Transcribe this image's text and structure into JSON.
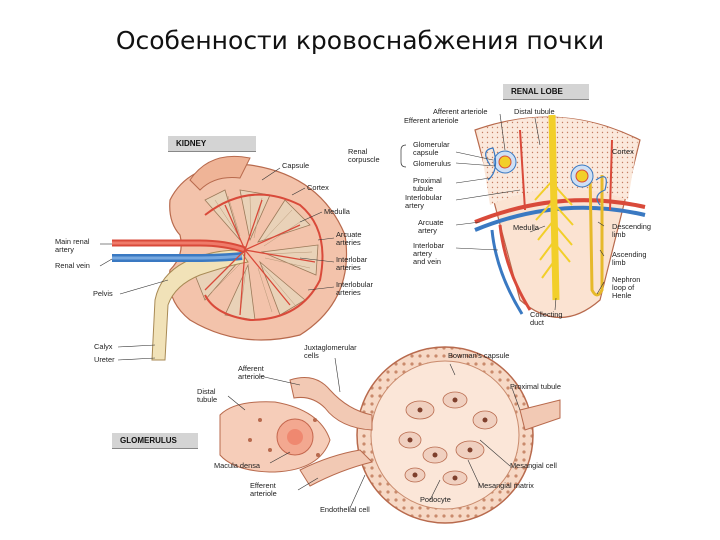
{
  "title": "Особенности кровоснабжения почки",
  "panels": {
    "kidney": "KIDNEY",
    "renal_lobe": "RENAL LOBE",
    "glomerulus": "GLOMERULUS"
  },
  "kidney_labels": {
    "capsule": "Capsule",
    "cortex": "Cortex",
    "medulla": "Medulla",
    "arcuate_arteries": "Arcuate\narteries",
    "interlobar_arteries": "Interlobar\narteries",
    "interlobular_arteries": "Interlobular\narteries",
    "main_renal_artery": "Main renal\nartery",
    "renal_vein": "Renal vein",
    "pelvis": "Pelvis",
    "calyx": "Calyx",
    "ureter": "Ureter"
  },
  "lobe_labels": {
    "afferent_arteriole": "Afferent arteriole",
    "efferent_arteriole": "Efferent arteriole",
    "distal_tubule": "Distal tubule",
    "renal_corpuscle": "Renal\ncorpuscle",
    "glomerular_capsule": "Glomerular\ncapsule",
    "glomerulus": "Glomerulus",
    "proximal_tubule": "Proximal\ntubule",
    "interlobular_artery": "Interlobular\nartery",
    "arcuate_artery": "Arcuate\nartery",
    "interlobar_artery_vein": "Interlobar\nartery\nand vein",
    "cortex": "Cortex",
    "medulla": "Medulla",
    "descending_limb": "Descending\nlimb",
    "ascending_limb": "Ascending\nlimb",
    "nephron_loop": "Nephron\nloop of\nHenle",
    "collecting_duct": "Collecting\nduct"
  },
  "glom_labels": {
    "juxtaglomerular_cells": "Juxtaglomerular\ncells",
    "afferent_arteriole": "Afferent\narteriole",
    "distal_tubule": "Distal\ntubule",
    "macula_densa": "Macula densa",
    "efferent_arteriole": "Efferent\narteriole",
    "endothelial_cell": "Endothelial cell",
    "podocyte": "Podocyte",
    "mesangial_matrix": "Mesangial matrix",
    "mesangial_cell": "Mesangial cell",
    "proximal_tubule": "Proximal tubule",
    "bowmans_capsule": "Bowman's capsule"
  },
  "colors": {
    "artery": "#d94a3a",
    "vein": "#3a79c2",
    "tubule_yellow": "#f2cf2a",
    "tissue_pink": "#f2c9b4",
    "tissue_light": "#fbe6d8",
    "panel_tag": "#d4d4d4"
  }
}
